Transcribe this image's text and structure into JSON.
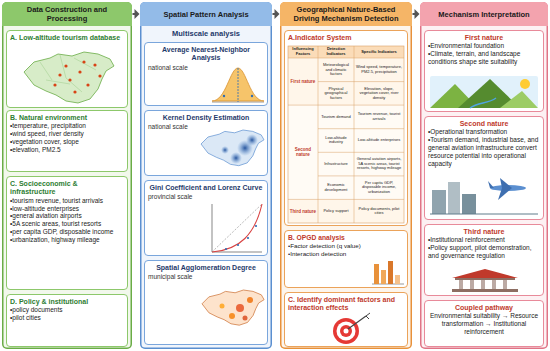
{
  "diagram": {
    "nodes": [
      {
        "text": [
          "Data Construction and Processing"
        ]
      },
      {
        "text": [
          "A. Low-altitude tourism database"
        ],
        "in": 0
      },
      {
        "text": [
          "B. Natural environment",
          "•temperature, precipitation",
          "•wind speed, river density",
          "•vegetation cover, slope",
          "•elevation, PM2.5"
        ],
        "in": 0
      },
      {
        "text": [
          "C. Socioeconomic & infrastructure",
          "•tourism revenue, tourist arrivals",
          "•low-altitude enterprises",
          "•general aviation airports",
          "•5A scenic areas, tourist resorts",
          "•per capita GDP, disposable income",
          "•urbanization, highway mileage"
        ],
        "in": 0
      },
      {
        "text": [
          "D. Policy & institutional",
          "•policy documents",
          "•pilot cities"
        ],
        "in": 0
      },
      {
        "text": [
          "Spatial Pattern Analysis",
          "Multiscale analysis"
        ]
      },
      {
        "text": [
          "Average Nearest-Neighbor Analysis",
          "national scale"
        ],
        "in": 5
      },
      {
        "text": [
          "Kernel Density Estimation",
          "national scale"
        ],
        "in": 5
      },
      {
        "text": [
          "Gini Coefficient and Lorenz Curve",
          "provincial scale"
        ],
        "in": 5
      },
      {
        "text": [
          "Spatial Agglomeration Degree",
          "municipal scale"
        ],
        "in": 5
      },
      {
        "text": [
          "Geographical Nature-Based Driving Mechanism Detection"
        ]
      },
      {
        "text": [
          "A.Indicator System"
        ],
        "in": 10
      },
      {
        "text": [
          "B. OPGD analysis",
          "•Factor detection (q value)",
          "•Interaction detection"
        ],
        "in": 10
      },
      {
        "text": [
          "C. Identify dominant factors and interaction effects"
        ],
        "in": 10
      },
      {
        "text": [
          "Mechanism Interpretation"
        ]
      },
      {
        "text": [
          "First nature",
          "•Environmental foundation",
          "•Climate, terrain, and landscape conditions shape site suitability"
        ],
        "in": 14
      },
      {
        "text": [
          "Second nature",
          "•Operational transformation",
          "•Tourism demand, industrial base, and general aviation infrastructure convert resource potential into operational capacity"
        ],
        "in": 14
      },
      {
        "text": [
          "Third nature",
          "•Institutional reinforcement",
          "•Policy support, pilot demonstration, and governance regulation"
        ],
        "in": 14
      },
      {
        "text": [
          "Coupled pathway",
          "Environmental suitability → Resource transformation → Institutional reinforcement"
        ],
        "in": 14
      }
    ],
    "edges": [
      {
        "from": 0,
        "to": 5,
        "arrow": "to"
      },
      {
        "from": 5,
        "to": 10,
        "arrow": "to"
      },
      {
        "from": 10,
        "to": 14,
        "arrow": "to"
      }
    ],
    "labels": [
      "Influencing Factors",
      "Detection Indicators",
      "Specific Indicators",
      "First nature",
      "Second nature",
      "Third nature",
      "Meteorological and climatic factors",
      "Physical geographical factors",
      "Tourism demand",
      "Low-altitude industry",
      "Infrastructure",
      "Economic development",
      "Policy support",
      "Wind speed, temperature, PM2.5, precipitation",
      "Elevation, slope, vegetation cover, river density",
      "Tourism revenue, tourist arrivals",
      "Low-altitude enterprises",
      "General aviation airports, 5A scenic areas, tourist resorts, highway mileage",
      "Per capita GDP, disposable income, urbanization",
      "Policy documents, pilot cities"
    ]
  }
}
